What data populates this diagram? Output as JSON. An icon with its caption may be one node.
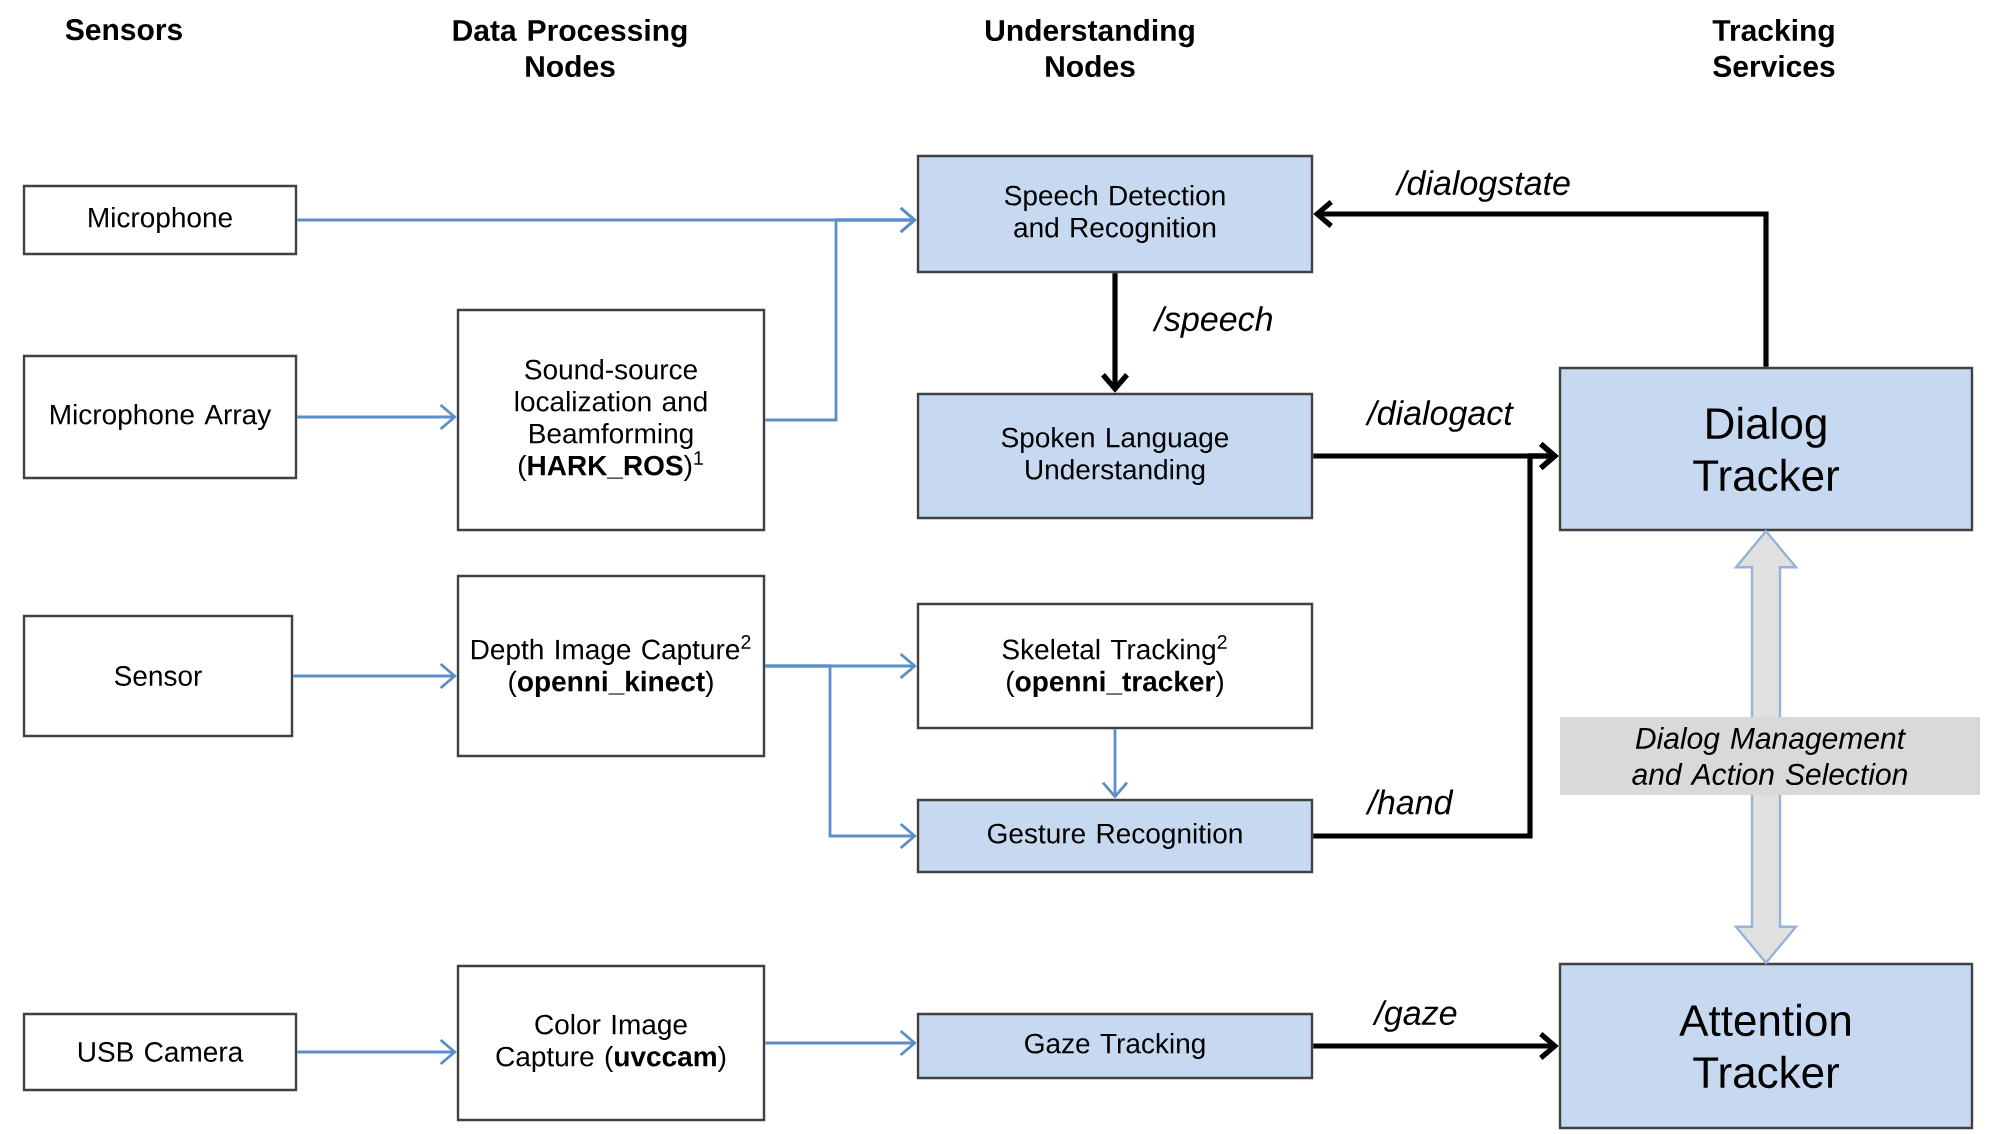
{
  "diagram": {
    "nodes": [
      {
        "text": [
          "Microphone"
        ]
      },
      {
        "text": [
          "Microphone Array"
        ]
      },
      {
        "text": [
          "Sensor"
        ]
      },
      {
        "text": [
          "USB Camera"
        ]
      },
      {
        "text": [
          "Sound-source localization and Beamforming (**HARK_ROS**)$^{1}$"
        ]
      },
      {
        "text": [
          "Depth Image Capture$^{2}$ (**openni_kinect**)"
        ]
      },
      {
        "text": [
          "Color Image Capture (**uvccam**)"
        ]
      },
      {
        "text": [
          "Speech Detection and Recognition"
        ]
      },
      {
        "text": [
          "Spoken Language Understanding"
        ]
      },
      {
        "text": [
          "Skeletal Tracking$^{2}$ (**openni_tracker**)"
        ]
      },
      {
        "text": [
          "Gesture Recognition"
        ]
      },
      {
        "text": [
          "Gaze Tracking"
        ]
      },
      {
        "text": [
          "Dialog Tracker"
        ]
      },
      {
        "text": [
          "Attention Tracker"
        ]
      }
    ],
    "edges": [
      {
        "from": 0,
        "to": 7,
        "arrow": "to"
      },
      {
        "from": 4,
        "to": 7,
        "arrow": "to"
      },
      {
        "from": 1,
        "to": 4,
        "arrow": "to"
      },
      {
        "from": 2,
        "to": 5,
        "arrow": "to"
      },
      {
        "from": 5,
        "to": 9,
        "arrow": "to"
      },
      {
        "from": 5,
        "to": 10,
        "arrow": "to"
      },
      {
        "from": 9,
        "to": 10,
        "arrow": "to"
      },
      {
        "from": 3,
        "to": 6,
        "arrow": "to"
      },
      {
        "from": 6,
        "to": 11,
        "arrow": "to"
      },
      {
        "from": 7,
        "to": 8,
        "arrow": "to",
        "label": "/speech",
        "color": "#000000"
      },
      {
        "from": 8,
        "to": 12,
        "arrow": "to",
        "label": "/dialogact",
        "color": "#000000"
      },
      {
        "from": 10,
        "to": 12,
        "arrow": "to",
        "label": "/hand",
        "color": "#000000"
      },
      {
        "from": 12,
        "to": 7,
        "arrow": "to",
        "label": "/dialogstate",
        "color": "#000000"
      },
      {
        "from": 11,
        "to": 13,
        "arrow": "to",
        "label": "/gaze",
        "color": "#000000"
      },
      {
        "from": 12,
        "to": 13,
        "arrow": "both",
        "label": "Dialog Management and Action Selection",
        "style": "thick",
        "color": "#95b3d7"
      }
    ],
    "labels": [
      "Sensors",
      "Data Processing Nodes",
      "Understanding Nodes",
      "Tracking Services"
    ]
  }
}
